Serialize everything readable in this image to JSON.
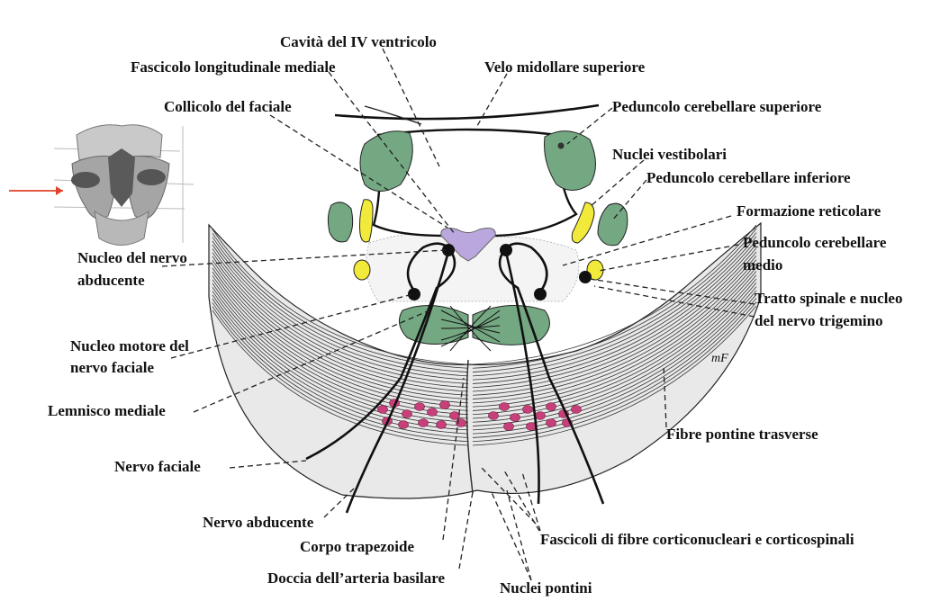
{
  "diagram": {
    "colors": {
      "green_nuclei": "#74a882",
      "yellow_nuclei": "#f2ea3a",
      "violet_colliculus": "#b9a7dd",
      "pink_pontine": "#c8407a",
      "arrow": "#e0432b"
    },
    "inset_label": "mF",
    "labels": {
      "cavita": "Cavità del IV ventricolo",
      "fascicolo_long": "Fascicolo longitudinale mediale",
      "velo": "Velo midollare superiore",
      "collicolo": "Collicolo del faciale",
      "ped_sup": "Peduncolo cerebellare superiore",
      "nuclei_vest": "Nuclei vestibolari",
      "ped_inf": "Peduncolo cerebellare inferiore",
      "form_ret": "Formazione reticolare",
      "ped_medio_1": "Peduncolo cerebellare",
      "ped_medio_2": "medio",
      "nucleo_abd_1": "Nucleo del nervo",
      "nucleo_abd_2": "abducente",
      "tratto_1": "Tratto spinale e nucleo",
      "tratto_2": "del nervo trigemino",
      "motore_1": "Nucleo motore del",
      "motore_2": "nervo faciale",
      "lemnisco": "Lemnisco mediale",
      "fibre_pontine": "Fibre pontine trasverse",
      "nervo_faciale": "Nervo  faciale",
      "nervo_abducente": "Nervo  abducente",
      "fascicoli": "Fascicoli di fibre corticonucleari e corticospinali",
      "corpo": "Corpo trapezoide",
      "doccia": "Doccia dell’arteria basilare",
      "nuclei_pontini": "Nuclei pontini"
    }
  }
}
